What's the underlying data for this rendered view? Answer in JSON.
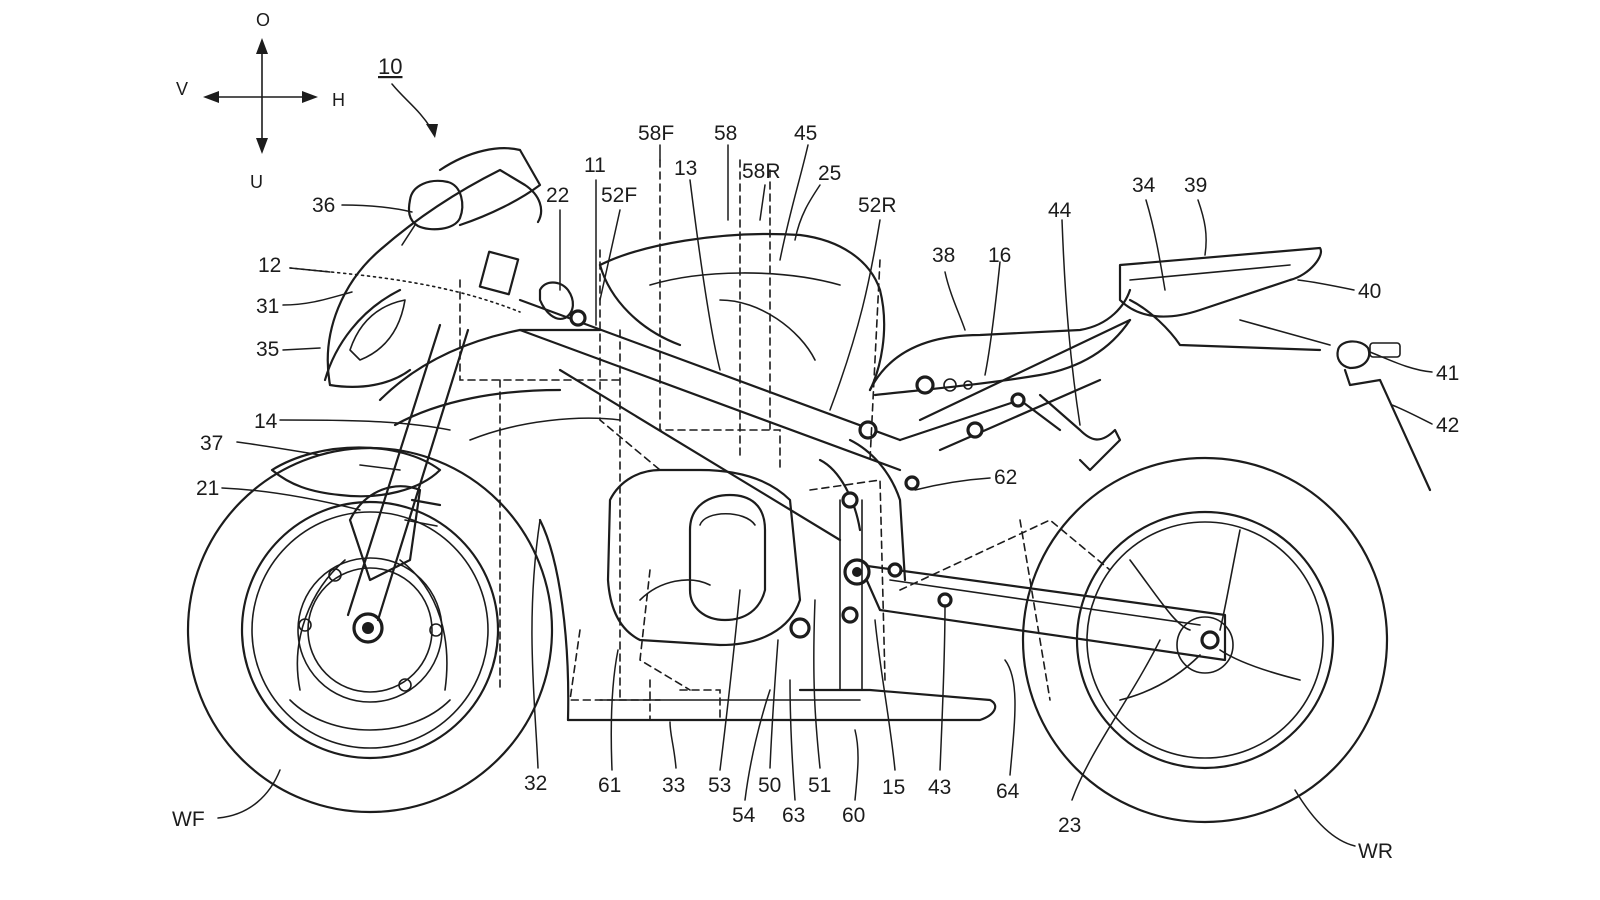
{
  "compass": {
    "up": "O",
    "down": "U",
    "left": "V",
    "right": "H"
  },
  "figure_ref": "10",
  "labels": {
    "l36": "36",
    "l22": "22",
    "l11": "11",
    "l52F": "52F",
    "l58F": "58F",
    "l13": "13",
    "l58": "58",
    "l58R": "58R",
    "l45": "45",
    "l25": "25",
    "l52R": "52R",
    "l12": "12",
    "l31": "31",
    "l35": "35",
    "l14": "14",
    "l37": "37",
    "l21": "21",
    "l38": "38",
    "l16": "16",
    "l44": "44",
    "l34": "34",
    "l39": "39",
    "l40": "40",
    "l41": "41",
    "l42": "42",
    "l62": "62",
    "l32": "32",
    "l61": "61",
    "l33": "33",
    "l53": "53",
    "l50": "50",
    "l51": "51",
    "l15": "15",
    "l43": "43",
    "l64": "64",
    "l54": "54",
    "l63": "63",
    "l60": "60",
    "l23": "23",
    "lWF": "WF",
    "lWR": "WR"
  }
}
